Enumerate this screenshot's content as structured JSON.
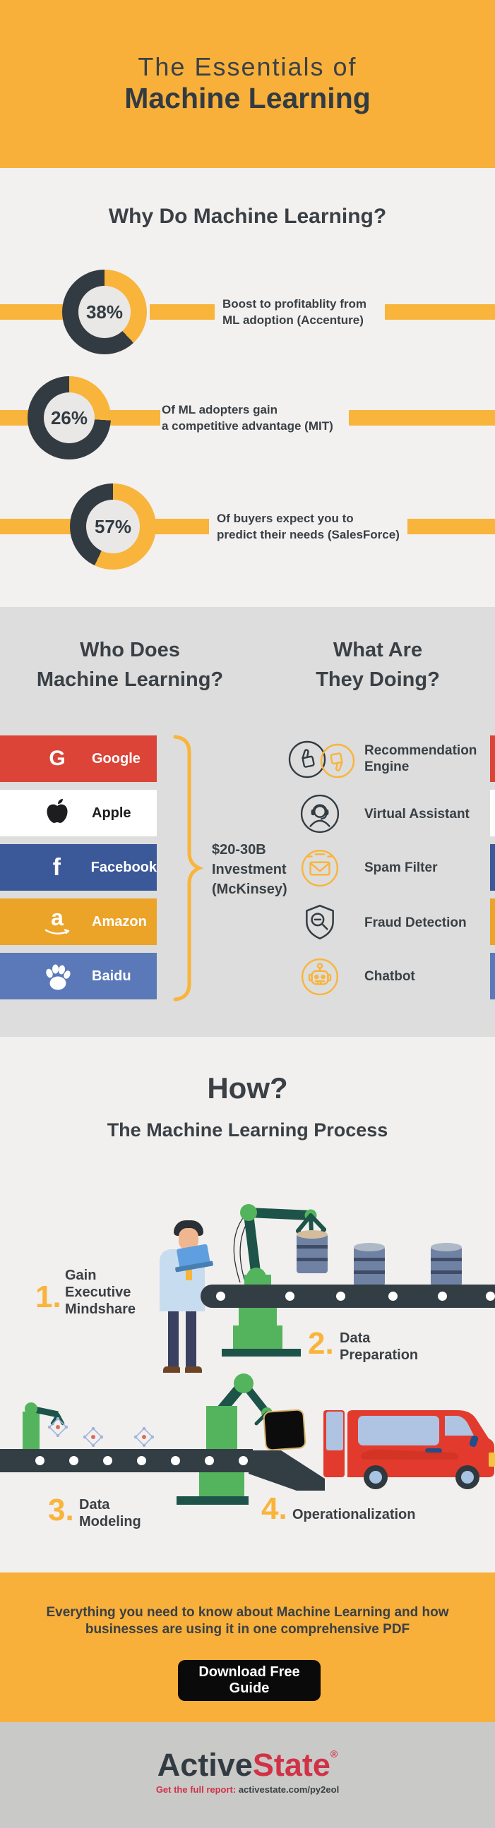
{
  "header": {
    "line1": "The Essentials of",
    "line2": "Machine Learning"
  },
  "why": {
    "heading": "Why Do Machine Learning?",
    "stats": [
      {
        "pct": "38%",
        "value": 38,
        "label": "Boost to profitablity from\nML adoption (Accenture)"
      },
      {
        "pct": "26%",
        "value": 26,
        "label": "Of ML adopters gain\na competitive advantage (MIT)"
      },
      {
        "pct": "57%",
        "value": 57,
        "label": "Of buyers expect you to\npredict their needs (SalesForce)"
      }
    ]
  },
  "who": {
    "heading": "Who Does\nMachine Learning?",
    "companies": [
      {
        "name": "Google",
        "color": "#DB4437"
      },
      {
        "name": "Apple",
        "color": "#FFFFFF"
      },
      {
        "name": "Facebook",
        "color": "#3B5998"
      },
      {
        "name": "Amazon",
        "color": "#EBA328"
      },
      {
        "name": "Baidu",
        "color": "#5B79B8"
      }
    ],
    "amazon_glyph": "a",
    "google_glyph": "G",
    "facebook_glyph": "f",
    "investment": "$20-30B\nInvestment\n(McKinsey)"
  },
  "what": {
    "heading": "What Are\nThey Doing?",
    "items": [
      {
        "label": "Recommendation\nEngine",
        "icon": "thumbs-up-down-icon"
      },
      {
        "label": "Virtual Assistant",
        "icon": "assistant-icon"
      },
      {
        "label": "Spam Filter",
        "icon": "spam-envelope-icon"
      },
      {
        "label": "Fraud Detection",
        "icon": "fraud-shield-icon"
      },
      {
        "label": "Chatbot",
        "icon": "robot-icon"
      }
    ]
  },
  "how": {
    "heading": "How?",
    "subheading": "The Machine Learning Process",
    "steps": [
      {
        "num": "1.",
        "label": "Gain\nExecutive\nMindshare"
      },
      {
        "num": "2.",
        "label": "Data\nPreparation"
      },
      {
        "num": "3.",
        "label": "Data\nModeling"
      },
      {
        "num": "4.",
        "label": "Operationalization"
      }
    ]
  },
  "cta": {
    "line1": "Everything you need to know about Machine Learning and how",
    "line2": "businesses are using it in one comprehensive PDF",
    "button": "Download Free Guide"
  },
  "footer": {
    "brand1": "Active",
    "brand2": "State",
    "reg": "®",
    "tag1": "Get the full report:",
    "tag2": "activestate.com/py2eol"
  },
  "colors": {
    "accent_yellow": "#F9B43C",
    "ink": "#333B42",
    "section_yellow": "#F8B03A",
    "why_bg": "#F2F1EF",
    "who_bg": "#DCDDDC",
    "how_bg": "#F1F0EE",
    "footer_bg": "#C9CAC8",
    "brand_red": "#D13246",
    "truck_red": "#E23B2E",
    "robot_green": "#54B45D",
    "robot_teal": "#1D5349"
  },
  "chart_data": [
    {
      "type": "pie",
      "title": "Boost to profitablity from ML adoption (Accenture)",
      "labels": [
        "share",
        "rest"
      ],
      "values": [
        38,
        62
      ],
      "colors": [
        "#F9B43C",
        "#333B42"
      ]
    },
    {
      "type": "pie",
      "title": "Of ML adopters gain a competitive advantage (MIT)",
      "labels": [
        "share",
        "rest"
      ],
      "values": [
        26,
        74
      ],
      "colors": [
        "#F9B43C",
        "#333B42"
      ]
    },
    {
      "type": "pie",
      "title": "Of buyers expect you to predict their needs (SalesForce)",
      "labels": [
        "share",
        "rest"
      ],
      "values": [
        57,
        43
      ],
      "colors": [
        "#F9B43C",
        "#333B42"
      ]
    }
  ]
}
